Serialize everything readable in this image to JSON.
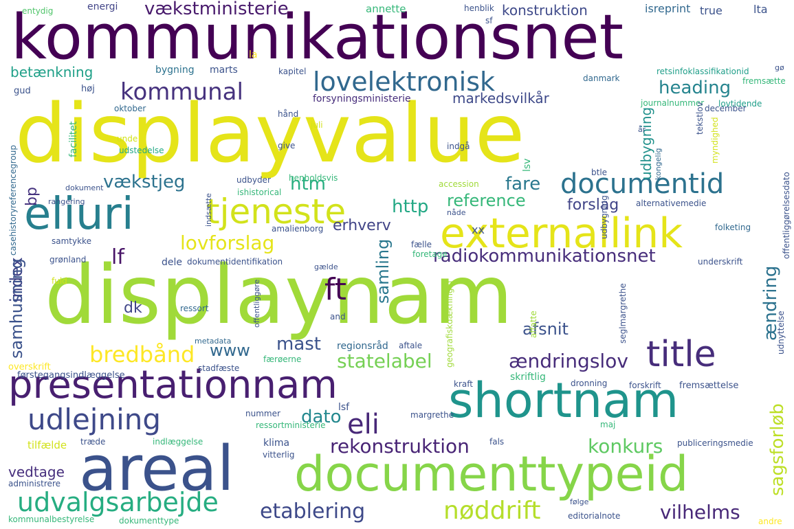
{
  "word_cloud": {
    "words": [
      {
        "text": "kommunikationsnet",
        "color": "#440154"
      },
      {
        "text": "displayvalue",
        "color": "#e5e419"
      },
      {
        "text": "displaynam",
        "color": "#a0da39"
      },
      {
        "text": "documenttypeid",
        "color": "#86d549"
      },
      {
        "text": "shortnam",
        "color": "#1f948c"
      },
      {
        "text": "presentationnam",
        "color": "#481f70"
      },
      {
        "text": "areal",
        "color": "#3b528b"
      },
      {
        "text": "externallink",
        "color": "#e5e419"
      },
      {
        "text": "eliuri",
        "color": "#277f8e"
      },
      {
        "text": "title",
        "color": "#472d7b"
      },
      {
        "text": "tjeneste",
        "color": "#d2e21b"
      },
      {
        "text": "documentid",
        "color": "#2c728e"
      },
      {
        "text": "udlejning",
        "color": "#3e4989"
      },
      {
        "text": "lovelektronisk",
        "color": "#31688e"
      },
      {
        "text": "kommunal",
        "color": "#46327e"
      },
      {
        "text": "udvalgsarbejde",
        "color": "#26ad81"
      },
      {
        "text": "eli",
        "color": "#482878"
      },
      {
        "text": "nøddrift",
        "color": "#b5de2b"
      },
      {
        "text": "etablering",
        "color": "#3e4989"
      },
      {
        "text": "rekonstruktion",
        "color": "#482475"
      },
      {
        "text": "bredbånd",
        "color": "#fde725"
      },
      {
        "text": "ft",
        "color": "#440154"
      },
      {
        "text": "vækstministerie",
        "color": "#481a6c"
      },
      {
        "text": "lovforslag",
        "color": "#e5e419"
      },
      {
        "text": "radiokommunikationsnet",
        "color": "#472d7b"
      },
      {
        "text": "statelabel",
        "color": "#75d054"
      },
      {
        "text": "ændringslov",
        "color": "#472c7a"
      },
      {
        "text": "vilhelms",
        "color": "#482878"
      },
      {
        "text": "konkurs",
        "color": "#5ec962"
      },
      {
        "text": "heading",
        "color": "#25848e"
      },
      {
        "text": "vækstjeg",
        "color": "#2c728e"
      },
      {
        "text": "reference",
        "color": "#35b779"
      },
      {
        "text": "http",
        "color": "#22a884"
      },
      {
        "text": "fare",
        "color": "#2a788e"
      },
      {
        "text": "htm",
        "color": "#28ae80"
      },
      {
        "text": "forslag",
        "color": "#414487"
      },
      {
        "text": "afsnit",
        "color": "#3b528b"
      },
      {
        "text": "mast",
        "color": "#3b528b"
      },
      {
        "text": "dato",
        "color": "#23888e"
      },
      {
        "text": "lf",
        "color": "#481467"
      },
      {
        "text": "dk",
        "color": "#404688"
      },
      {
        "text": "www",
        "color": "#31688e"
      },
      {
        "text": "index",
        "color": "#414487"
      },
      {
        "text": "samhusning",
        "color": "#3b528b"
      },
      {
        "text": "samling",
        "color": "#2a788e"
      },
      {
        "text": "ændring",
        "color": "#2c728e"
      },
      {
        "text": "sagsforløb",
        "color": "#bddf26"
      },
      {
        "text": "bp",
        "color": "#46337f"
      },
      {
        "text": "erhverv",
        "color": "#414487"
      },
      {
        "text": "vedtage",
        "color": "#472f7d"
      },
      {
        "text": "markedsvilkår",
        "color": "#3e4989"
      },
      {
        "text": "konstruktion",
        "color": "#3e4989"
      },
      {
        "text": "betænkning",
        "color": "#1fa088"
      },
      {
        "text": "udbygning",
        "color": "#21918c"
      },
      {
        "text": "energi",
        "color": "#414487"
      },
      {
        "text": "annette",
        "color": "#35b779"
      },
      {
        "text": "henblik",
        "color": "#3b528b"
      },
      {
        "text": "isreprint",
        "color": "#31688e"
      },
      {
        "text": "true",
        "color": "#3b528b"
      },
      {
        "text": "lta",
        "color": "#3b528b"
      },
      {
        "text": "entydig",
        "color": "#50c46a"
      },
      {
        "text": "sf",
        "color": "#3b528b"
      },
      {
        "text": "bygning",
        "color": "#2c728e"
      },
      {
        "text": "marts",
        "color": "#3b528b"
      },
      {
        "text": "la",
        "color": "#fde725"
      },
      {
        "text": "kapitel",
        "color": "#3b528b"
      },
      {
        "text": "danmark",
        "color": "#31688e"
      },
      {
        "text": "retsinfoklassifikationid",
        "color": "#1f9e89"
      },
      {
        "text": "gud",
        "color": "#3b528b"
      },
      {
        "text": "høj",
        "color": "#3b528b"
      },
      {
        "text": "forsyningsministerie",
        "color": "#472d7b"
      },
      {
        "text": "december",
        "color": "#3b528b"
      },
      {
        "text": "fremsætte",
        "color": "#35b779"
      },
      {
        "text": "oktober",
        "color": "#31688e"
      },
      {
        "text": "journalnummer",
        "color": "#35b779"
      },
      {
        "text": "lovtidende",
        "color": "#1f9e89"
      },
      {
        "text": "hånd",
        "color": "#3b528b"
      },
      {
        "text": "juli",
        "color": "#d2e21b"
      },
      {
        "text": "unde",
        "color": "#d2e21b"
      },
      {
        "text": "udstedelse",
        "color": "#22a884"
      },
      {
        "text": "give",
        "color": "#3b528b"
      },
      {
        "text": "indgå",
        "color": "#3b528b"
      },
      {
        "text": "btle",
        "color": "#3b528b"
      },
      {
        "text": "kongelig",
        "color": "#31688e"
      },
      {
        "text": "udbyder",
        "color": "#3b528b"
      },
      {
        "text": "henholdsvis",
        "color": "#35b779"
      },
      {
        "text": "accession",
        "color": "#a0da39"
      },
      {
        "text": "ishistorical",
        "color": "#35b779"
      },
      {
        "text": "alternativemedie",
        "color": "#3b528b"
      },
      {
        "text": "nåde",
        "color": "#3b528b"
      },
      {
        "text": "folketing",
        "color": "#31688e"
      },
      {
        "text": "amalienborg",
        "color": "#3b528b"
      },
      {
        "text": "samtykke",
        "color": "#3b528b"
      },
      {
        "text": "fælle",
        "color": "#3b528b"
      },
      {
        "text": "grønland",
        "color": "#3b528b"
      },
      {
        "text": "dele",
        "color": "#3b528b"
      },
      {
        "text": "dokumentidentifikation",
        "color": "#3b528b"
      },
      {
        "text": "foretage",
        "color": "#35b779"
      },
      {
        "text": "underskrift",
        "color": "#3b528b"
      },
      {
        "text": "gælde",
        "color": "#3b528b"
      },
      {
        "text": "fuld",
        "color": "#d2e21b"
      },
      {
        "text": "ressort",
        "color": "#31688e"
      },
      {
        "text": "and",
        "color": "#3b528b"
      },
      {
        "text": "metadata",
        "color": "#31688e"
      },
      {
        "text": "regionsråd",
        "color": "#31688e"
      },
      {
        "text": "aftale",
        "color": "#3b528b"
      },
      {
        "text": "overskrift",
        "color": "#fde725"
      },
      {
        "text": "førstegangsindlæggelse",
        "color": "#3b528b"
      },
      {
        "text": "stadfæste",
        "color": "#3b528b"
      },
      {
        "text": "færøerne",
        "color": "#35b779"
      },
      {
        "text": "skriftlig",
        "color": "#35b779"
      },
      {
        "text": "kraft",
        "color": "#3b528b"
      },
      {
        "text": "dronning",
        "color": "#3b528b"
      },
      {
        "text": "forskrift",
        "color": "#3b528b"
      },
      {
        "text": "fremsættelse",
        "color": "#3b528b"
      },
      {
        "text": "nummer",
        "color": "#3b528b"
      },
      {
        "text": "margrethe",
        "color": "#3b528b"
      },
      {
        "text": "ressortministerie",
        "color": "#35b779"
      },
      {
        "text": "lsf",
        "color": "#3b528b"
      },
      {
        "text": "maj",
        "color": "#35b779"
      },
      {
        "text": "tilfælde",
        "color": "#d2e21b"
      },
      {
        "text": "træde",
        "color": "#3b528b"
      },
      {
        "text": "indlæggelse",
        "color": "#35b779"
      },
      {
        "text": "klima",
        "color": "#3b528b"
      },
      {
        "text": "vitterlig",
        "color": "#3b528b"
      },
      {
        "text": "fals",
        "color": "#3b528b"
      },
      {
        "text": "publiceringsmedie",
        "color": "#3b528b"
      },
      {
        "text": "administrere",
        "color": "#3b528b"
      },
      {
        "text": "kommunalbestyrelse",
        "color": "#35b779"
      },
      {
        "text": "dokumenttype",
        "color": "#35b779"
      },
      {
        "text": "editorialnote",
        "color": "#3b528b"
      },
      {
        "text": "følge",
        "color": "#3b528b"
      },
      {
        "text": "andre",
        "color": "#fde725"
      },
      {
        "text": "dokument",
        "color": "#3b528b"
      },
      {
        "text": "rangering",
        "color": "#3b528b"
      },
      {
        "text": "indsætte",
        "color": "#3b528b"
      },
      {
        "text": "offentliggøre",
        "color": "#3b528b"
      },
      {
        "text": "xx",
        "color": "#3b528b"
      },
      {
        "text": "lsv",
        "color": "#35b779"
      },
      {
        "text": "facilitet",
        "color": "#35b779"
      },
      {
        "text": "casehistoryreferencegroup",
        "color": "#31688e"
      },
      {
        "text": "udbygning",
        "color": "#3b528b"
      },
      {
        "text": "udnyttelse",
        "color": "#3b528b"
      },
      {
        "text": "offentliggørelsesdato",
        "color": "#3b528b"
      },
      {
        "text": "seglmargrethe",
        "color": "#3b528b"
      },
      {
        "text": "geografiskdækningid",
        "color": "#a0da39"
      },
      {
        "text": "affatte",
        "color": "#a0da39"
      },
      {
        "text": "myndighed",
        "color": "#d2e21b"
      },
      {
        "text": "tekstlov",
        "color": "#3b528b"
      },
      {
        "text": "år",
        "color": "#3b528b"
      },
      {
        "text": "gø",
        "color": "#3b528b"
      }
    ]
  }
}
